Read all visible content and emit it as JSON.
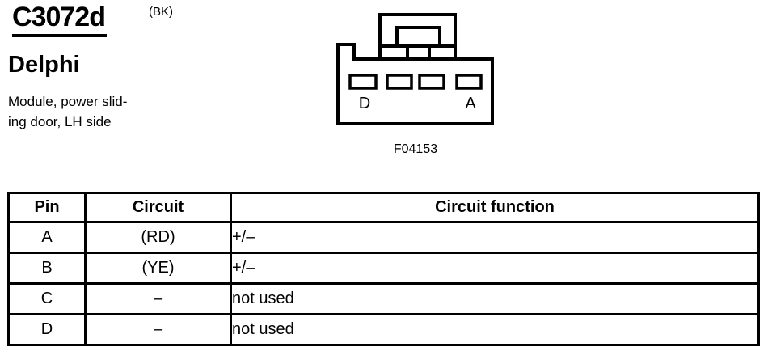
{
  "header": {
    "connector_id": "C3072d",
    "color_code": "(BK)",
    "manufacturer": "Delphi",
    "description_line1": "Module, power slid-",
    "description_line2": "ing door, LH side"
  },
  "diagram": {
    "figure_number": "F04153",
    "pin_label_left": "D",
    "pin_label_right": "A"
  },
  "table": {
    "headers": [
      "Pin",
      "Circuit",
      "Circuit function"
    ],
    "rows": [
      {
        "pin": "A",
        "circuit": "(RD)",
        "function": "+/–"
      },
      {
        "pin": "B",
        "circuit": "(YE)",
        "function": "+/–"
      },
      {
        "pin": "C",
        "circuit": "–",
        "function": "not used"
      },
      {
        "pin": "D",
        "circuit": "–",
        "function": "not used"
      }
    ]
  },
  "colors": {
    "ink": "#000000",
    "background": "#ffffff"
  }
}
